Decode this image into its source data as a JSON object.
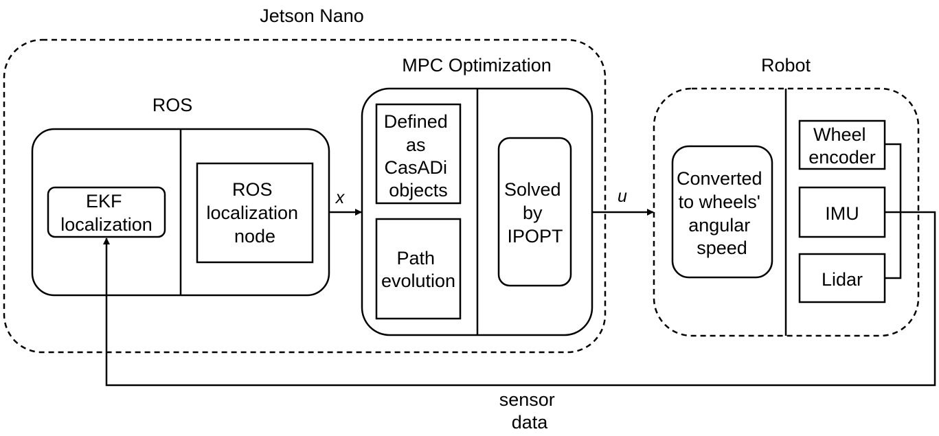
{
  "groups": {
    "jetson": "Jetson Nano",
    "ros": "ROS",
    "mpc": "MPC Optimization",
    "robot": "Robot"
  },
  "nodes": {
    "ekf": [
      "EKF",
      "localization"
    ],
    "ros_node": [
      "ROS",
      "localization",
      "node"
    ],
    "casadi": [
      "Defined",
      "as",
      "CasADi",
      "objects"
    ],
    "path": [
      "Path",
      "evolution"
    ],
    "ipopt": [
      "Solved",
      "by",
      "IPOPT"
    ],
    "convert": [
      "Converted",
      "to wheels'",
      "angular",
      "speed"
    ],
    "wheel": [
      "Wheel",
      "encoder"
    ],
    "imu": [
      "IMU"
    ],
    "lidar": [
      "Lidar"
    ]
  },
  "edges": {
    "x": "x",
    "u": "u",
    "sensor": [
      "sensor",
      "data"
    ]
  }
}
